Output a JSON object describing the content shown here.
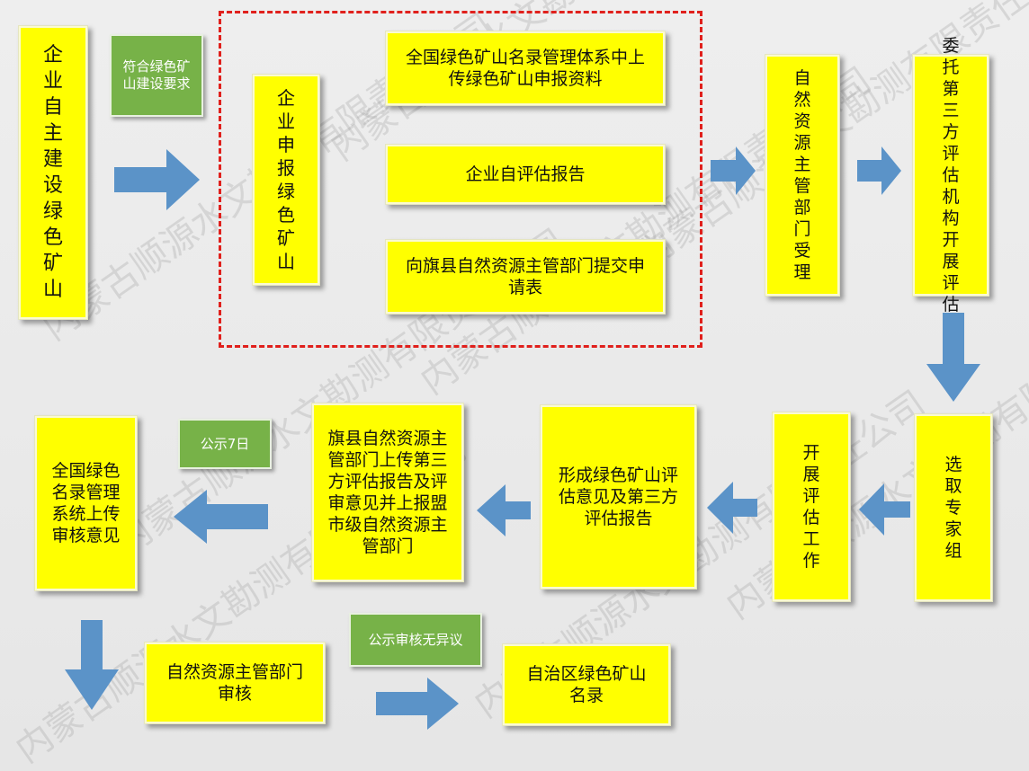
{
  "colors": {
    "box": "#ffff00",
    "green": "#77b248",
    "arrow": "#5b93c8",
    "dashed": "#e0201c"
  },
  "nodes": {
    "enterprise_build": "企业自主建设绿色矿山",
    "meet_requirements": "符合绿色矿山建设要求",
    "enterprise_apply": "企业申报绿色矿山",
    "upload_materials": "全国绿色矿山名录管理体系中上传绿色矿山申报资料",
    "self_report": "企业自评估报告",
    "submit_form": "向旗县自然资源主管部门提交申请表",
    "dept_accept": "自然资源主管部门受理",
    "third_party": "委托第三方评估机构开展评估",
    "select_experts": "选取专家组",
    "evaluate": "开展评估工作",
    "form_opinion": "形成绿色矿山评估意见及第三方评估报告",
    "county_upload": "旗县自然资源主管部门上传第三方评估报告及评审意见并上报盟市级自然资源主管部门",
    "publicity_7": "公示7日",
    "national_upload": "全国绿色名录管理系统上传审核意见",
    "dept_review": "自然资源主管部门审核",
    "no_objection": "公示审核无异议",
    "region_list": "自治区绿色矿山名录"
  },
  "watermark": "内蒙古顺源水文勘测有限责任公司"
}
